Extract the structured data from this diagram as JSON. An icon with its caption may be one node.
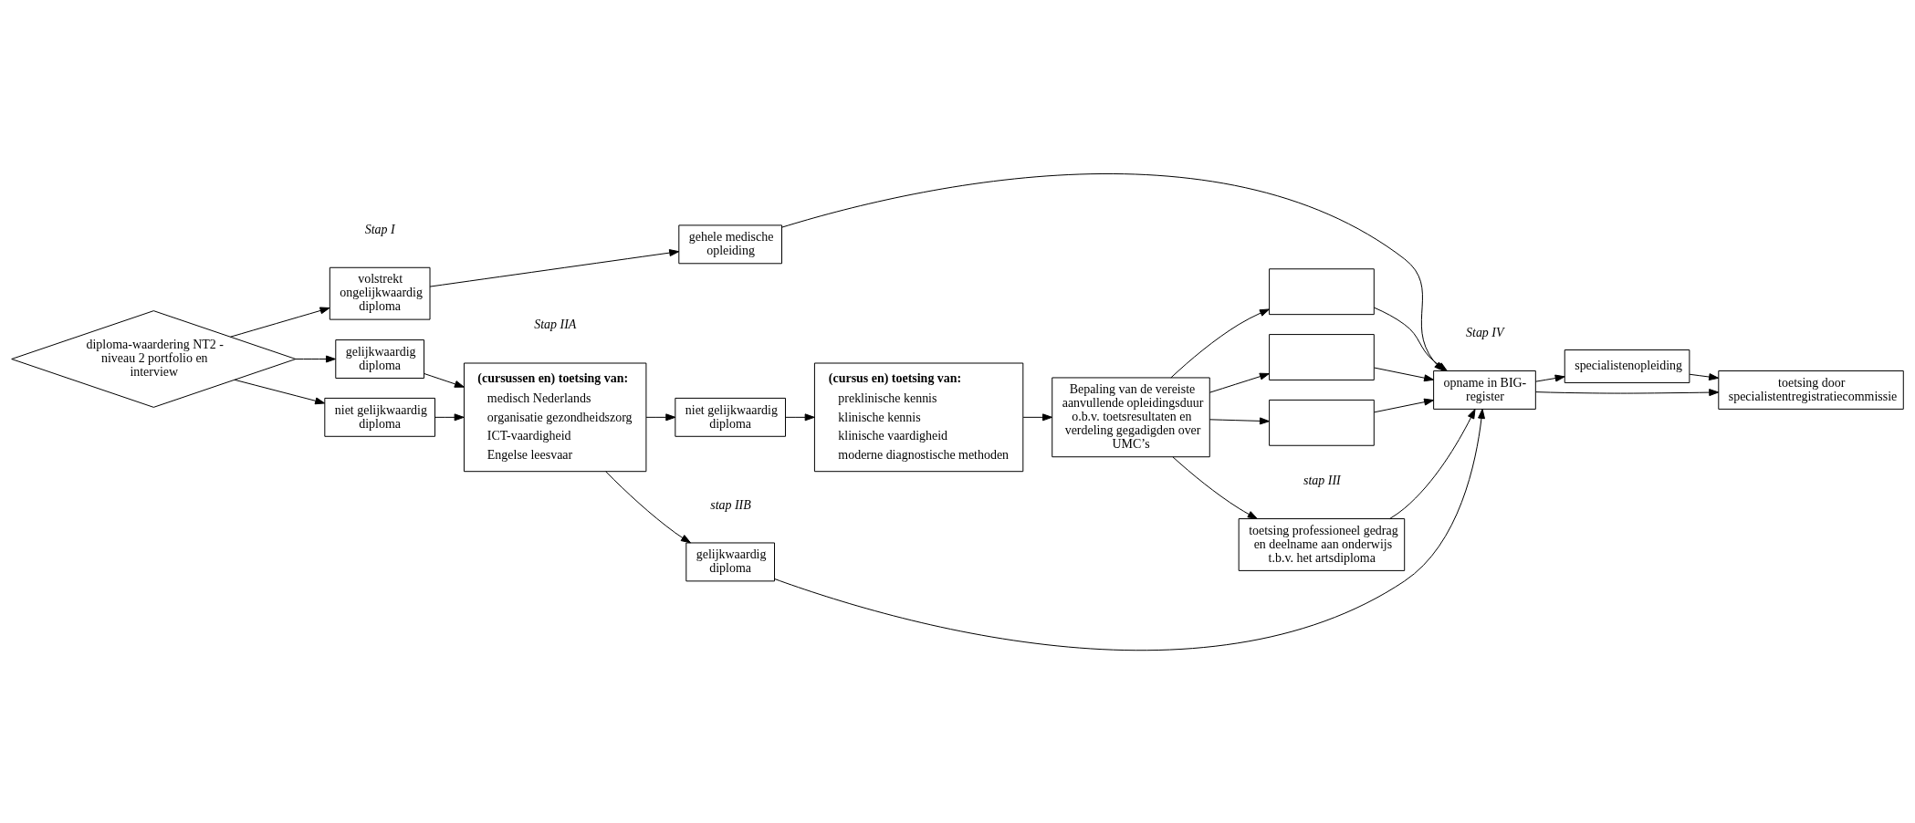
{
  "diagram": {
    "nodes": [
      {
        "text": [
          "diploma-waardering NT2 - niveau 2 portfolio en interview"
        ]
      },
      {
        "text": [
          "gelijkwaardig diploma"
        ]
      },
      {
        "text": [
          "niet gelijkwaardig diploma"
        ]
      },
      {
        "text": [
          "volstrekt ongelijkwaardig diploma"
        ]
      },
      {
        "text": [
          "(cursussen en) toetsing van:",
          "medisch Nederlands",
          "organisatie gezondheidszorg",
          "ICT-vaardigheid",
          "Engelse leesvaar"
        ]
      },
      {
        "text": [
          "gelijkwaardig diploma"
        ]
      },
      {
        "text": [
          "niet gelijkwaardig diploma"
        ]
      },
      {
        "text": [
          "(cursus en) toetsing van:",
          "preklinische kennis",
          "klinische kennis",
          "klinische vaardigheid",
          "moderne diagnostische methoden"
        ]
      },
      {
        "text": [
          "Bepaling van de vereiste aanvullende opleidingsduur o.b.v. toetsresultaten en verdeling gegadigden over UMC’s"
        ]
      },
      {
        "text": [
          "toetsing professioneel gedrag en deelname aan onderwijs t.b.v. het artsdiploma"
        ]
      },
      {
        "text": [],
        "shape": "box"
      },
      {
        "text": [],
        "shape": "box"
      },
      {
        "text": [],
        "shape": "box"
      },
      {
        "text": [
          "gehele medische opleiding"
        ]
      },
      {
        "text": [
          "opname in BIG-register"
        ]
      },
      {
        "text": [
          "specialistenopleiding"
        ]
      },
      {
        "text": [
          "toetsing door specialistentregistratiecommissie"
        ]
      }
    ],
    "edges": [
      {
        "from": 0,
        "to": 1,
        "arrow": "to"
      },
      {
        "from": 0,
        "to": 2,
        "arrow": "to"
      },
      {
        "from": 0,
        "to": 3,
        "arrow": "to"
      },
      {
        "from": 1,
        "to": 4,
        "arrow": "to"
      },
      {
        "from": 2,
        "to": 4,
        "arrow": "to"
      },
      {
        "from": 4,
        "to": 5,
        "arrow": "to"
      },
      {
        "from": 4,
        "to": 6,
        "arrow": "to"
      },
      {
        "from": 5,
        "to": 14,
        "arrow": "to"
      },
      {
        "from": 6,
        "to": 7,
        "arrow": "to"
      },
      {
        "from": 7,
        "to": 8,
        "arrow": "to"
      },
      {
        "from": 8,
        "to": 9,
        "arrow": "to"
      },
      {
        "from": 8,
        "to": 10,
        "arrow": "to"
      },
      {
        "from": 8,
        "to": 11,
        "arrow": "to"
      },
      {
        "from": 8,
        "to": 12,
        "arrow": "to"
      },
      {
        "from": 9,
        "to": 14,
        "arrow": "to"
      },
      {
        "from": 10,
        "to": 14,
        "arrow": "to"
      },
      {
        "from": 11,
        "to": 14,
        "arrow": "to"
      },
      {
        "from": 12,
        "to": 14,
        "arrow": "to"
      },
      {
        "from": 3,
        "to": 13,
        "arrow": "to"
      },
      {
        "from": 13,
        "to": 14,
        "arrow": "to"
      },
      {
        "from": 14,
        "to": 16,
        "arrow": "to"
      },
      {
        "from": 14,
        "to": 15,
        "arrow": "to"
      },
      {
        "from": 15,
        "to": 16,
        "arrow": "to"
      }
    ],
    "labels": [
      "Stap I",
      "Stap IIA",
      "stap IIB",
      "stap III",
      "Stap IV"
    ]
  }
}
